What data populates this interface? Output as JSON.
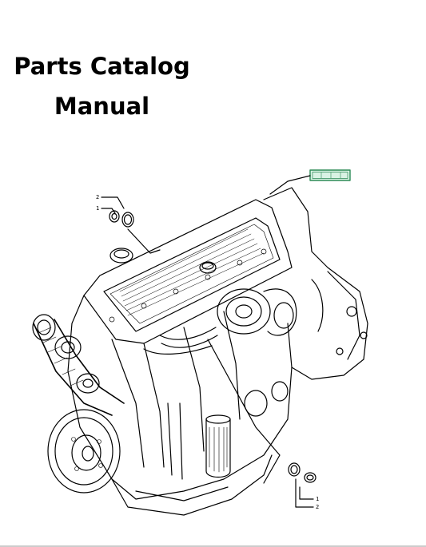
{
  "document": {
    "title_line1": "Parts Catalog",
    "title_line2": "Manual"
  },
  "drawing": {
    "callouts_top": [
      "2",
      "1"
    ],
    "callouts_bottom": [
      "1",
      "2"
    ],
    "badge_color": "#2e8b57"
  }
}
